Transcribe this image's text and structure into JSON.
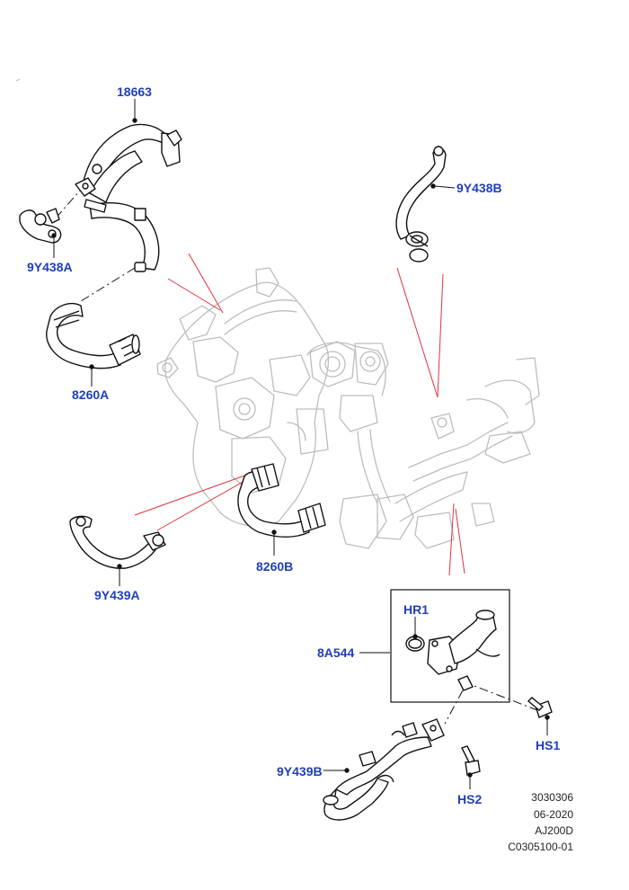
{
  "callouts": {
    "c18663": "18663",
    "c9y438a": "9Y438A",
    "c9y438b": "9Y438B",
    "c8260a": "8260A",
    "c8260b": "8260B",
    "c9y439a": "9Y439A",
    "c8a544": "8A544",
    "chr1": "HR1",
    "chs1": "HS1",
    "chs2": "HS2",
    "c9y439b": "9Y439B"
  },
  "meta": {
    "line1": "3030306",
    "line2": "06-2020",
    "line3": "AJ200D",
    "line4": "C0305100-01"
  },
  "colors": {
    "callout": "#1f3fb8",
    "leader_red": "#e0333a",
    "part_line": "#111111",
    "engine_line": "#bdbdbd"
  }
}
